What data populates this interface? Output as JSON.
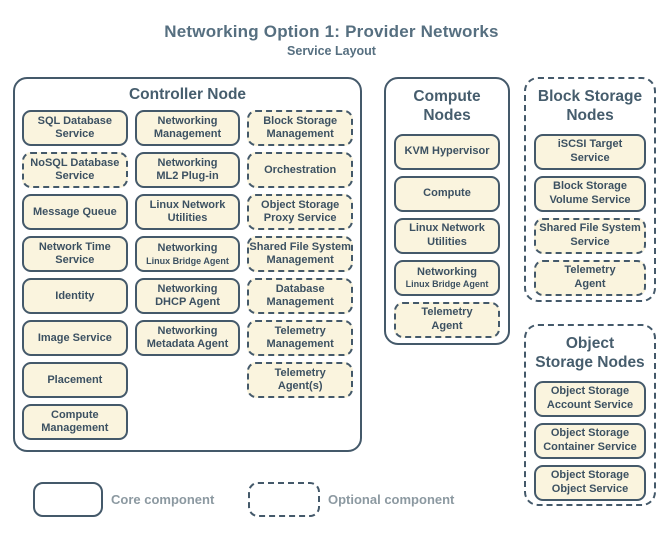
{
  "title": "Networking Option 1: Provider Networks",
  "subtitle": "Service Layout",
  "colors": {
    "border": "#44596a",
    "box_fill": "#faf4de",
    "box_text": "#3c5162",
    "heading": "#465d6d",
    "title": "#566f80",
    "legend_text": "#8c99a1"
  },
  "sections": {
    "controller": {
      "heading": "Controller Node",
      "columns": [
        [
          {
            "lines": [
              "SQL Database",
              "Service"
            ],
            "optional": false
          },
          {
            "lines": [
              "NoSQL Database",
              "Service"
            ],
            "optional": true
          },
          {
            "lines": [
              "Message Queue"
            ],
            "optional": false
          },
          {
            "lines": [
              "Network Time",
              "Service"
            ],
            "optional": false
          },
          {
            "lines": [
              "Identity"
            ],
            "optional": false
          },
          {
            "lines": [
              "Image Service"
            ],
            "optional": false
          },
          {
            "lines": [
              "Placement"
            ],
            "optional": false
          },
          {
            "lines": [
              "Compute",
              "Management"
            ],
            "optional": false
          }
        ],
        [
          {
            "lines": [
              "Networking",
              "Management"
            ],
            "optional": false
          },
          {
            "lines": [
              "Networking",
              "ML2 Plug-in"
            ],
            "optional": false
          },
          {
            "lines": [
              "Linux Network",
              "Utilities"
            ],
            "optional": false
          },
          {
            "lines": [
              "Networking",
              "Linux Bridge Agent"
            ],
            "optional": false,
            "small": [
              1
            ]
          },
          {
            "lines": [
              "Networking",
              "DHCP Agent"
            ],
            "optional": false
          },
          {
            "lines": [
              "Networking",
              "Metadata Agent"
            ],
            "optional": false
          }
        ],
        [
          {
            "lines": [
              "Block Storage",
              "Management"
            ],
            "optional": true
          },
          {
            "lines": [
              "Orchestration"
            ],
            "optional": true
          },
          {
            "lines": [
              "Object Storage",
              "Proxy Service"
            ],
            "optional": true
          },
          {
            "lines": [
              "Shared File System",
              "Management"
            ],
            "optional": true
          },
          {
            "lines": [
              "Database",
              "Management"
            ],
            "optional": true
          },
          {
            "lines": [
              "Telemetry",
              "Management"
            ],
            "optional": true
          },
          {
            "lines": [
              "Telemetry",
              "Agent(s)"
            ],
            "optional": true
          }
        ]
      ]
    },
    "compute": {
      "heading": "Compute\nNodes",
      "items": [
        {
          "lines": [
            "KVM Hypervisor"
          ],
          "optional": false
        },
        {
          "lines": [
            "Compute"
          ],
          "optional": false
        },
        {
          "lines": [
            "Linux Network",
            "Utilities"
          ],
          "optional": false
        },
        {
          "lines": [
            "Networking",
            "Linux Bridge Agent"
          ],
          "optional": false,
          "small": [
            1
          ]
        },
        {
          "lines": [
            "Telemetry",
            "Agent"
          ],
          "optional": true
        }
      ]
    },
    "block_storage": {
      "heading": "Block Storage\nNodes",
      "items": [
        {
          "lines": [
            "iSCSI Target",
            "Service"
          ],
          "optional": false
        },
        {
          "lines": [
            "Block Storage",
            "Volume Service"
          ],
          "optional": false
        },
        {
          "lines": [
            "Shared File System",
            "Service"
          ],
          "optional": true
        },
        {
          "lines": [
            "Telemetry",
            "Agent"
          ],
          "optional": true
        }
      ]
    },
    "object_storage": {
      "heading": "Object\nStorage Nodes",
      "items": [
        {
          "lines": [
            "Object Storage",
            "Account Service"
          ],
          "optional": false
        },
        {
          "lines": [
            "Object Storage",
            "Container Service"
          ],
          "optional": false
        },
        {
          "lines": [
            "Object Storage",
            "Object Service"
          ],
          "optional": false
        }
      ]
    }
  },
  "legend": {
    "core_label": "Core component",
    "optional_label": "Optional component"
  }
}
